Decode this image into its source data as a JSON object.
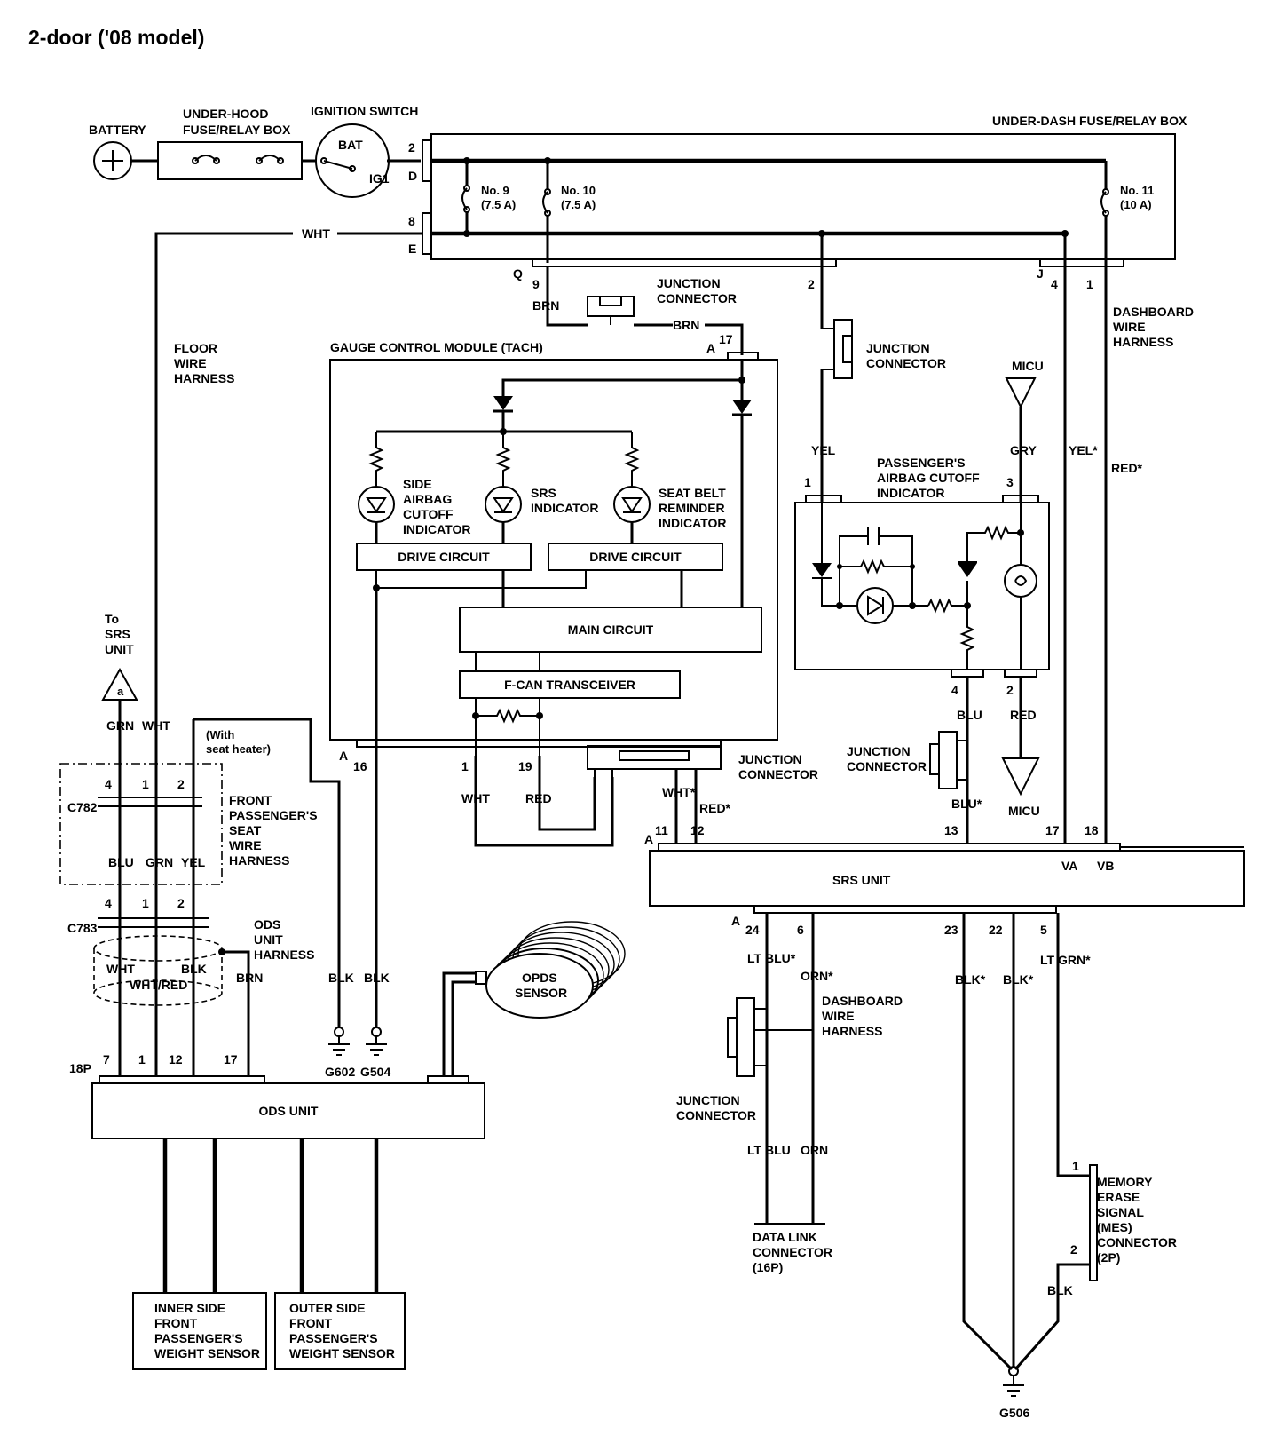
{
  "title": "2-door ('08 model)",
  "power": {
    "battery": "BATTERY",
    "underhood_box": [
      "UNDER-HOOD",
      "FUSE/RELAY BOX"
    ],
    "ignition_switch": "IGNITION SWITCH",
    "bat_terminal": "BAT",
    "ig1_terminal": "IG1",
    "underdash_box": "UNDER-DASH FUSE/RELAY BOX",
    "fuse9": [
      "No. 9",
      "(7.5 A)"
    ],
    "fuse10": [
      "No. 10",
      "(7.5 A)"
    ],
    "fuse11": [
      "No. 11",
      "(10 A)"
    ]
  },
  "pins": {
    "p2": "2",
    "pD": "D",
    "p8": "8",
    "pE": "E",
    "pQ": "Q",
    "p9": "9",
    "p2b": "2",
    "pJ": "J",
    "p4": "4",
    "p1": "1",
    "pA17": "A",
    "p17": "17",
    "p1c": "1",
    "p3": "3",
    "p4c": "4",
    "p2c": "2",
    "pA16": "A",
    "p16": "16",
    "p1g": "1",
    "p19": "19",
    "pA11": "A",
    "p11": "11",
    "p12": "12",
    "p13": "13",
    "p17s": "17",
    "p18": "18",
    "pVA": "VA",
    "pVB": "VB",
    "pA24": "A",
    "p24": "24",
    "p6": "6",
    "p23": "23",
    "p22": "22",
    "p5": "5",
    "c782_4": "4",
    "c782_1": "1",
    "c782_2": "2",
    "c783_4": "4",
    "c783_1": "1",
    "c783_2": "2",
    "ods7": "7",
    "ods1": "1",
    "ods12": "12",
    "ods17": "17",
    "ods18p": "18P",
    "mes1": "1",
    "mes2": "2"
  },
  "wires": {
    "wht_top": "WHT",
    "brn_left": "BRN",
    "brn_right": "BRN",
    "yel": "YEL",
    "gry": "GRY",
    "yel_star": "YEL*",
    "red_star": "RED*",
    "blu": "BLU",
    "red": "RED",
    "blu_star": "BLU*",
    "grn": "GRN",
    "wht": "WHT",
    "blu2": "BLU",
    "grn2": "GRN",
    "yel2": "YEL",
    "wht3": "WHT",
    "blk3": "BLK",
    "whtred": "WHT/RED",
    "brn3": "BRN",
    "blk_g602": "BLK",
    "blk_g504": "BLK",
    "wht_gcm": "WHT",
    "red_gcm": "RED",
    "wht_star": "WHT*",
    "red_star2": "RED*",
    "ltblu_star": "LT BLU*",
    "orn_star": "ORN*",
    "ltblu": "LT BLU",
    "orn": "ORN",
    "blk23": "BLK*",
    "blk22": "BLK*",
    "ltgrn_star": "LT GRN*",
    "blk_mes": "BLK"
  },
  "components": {
    "junction_conn": [
      "JUNCTION",
      "CONNECTOR"
    ],
    "dashboard_harness": [
      "DASHBOARD",
      "WIRE",
      "HARNESS"
    ],
    "floor_harness": [
      "FLOOR",
      "WIRE",
      "HARNESS"
    ],
    "gcm": "GAUGE CONTROL MODULE (TACH)",
    "side_airbag": [
      "SIDE",
      "AIRBAG",
      "CUTOFF",
      "INDICATOR"
    ],
    "srs_indicator": [
      "SRS",
      "INDICATOR"
    ],
    "seatbelt": [
      "SEAT BELT",
      "REMINDER",
      "INDICATOR"
    ],
    "drive1": "DRIVE CIRCUIT",
    "drive2": "DRIVE CIRCUIT",
    "main_circuit": "MAIN CIRCUIT",
    "fcan": "F-CAN TRANSCEIVER",
    "junction2": [
      "JUNCTION",
      "CONNECTOR"
    ],
    "micu_top": "MICU",
    "pass_indicator": [
      "PASSENGER'S",
      "AIRBAG CUTOFF",
      "INDICATOR"
    ],
    "junction3": [
      "JUNCTION",
      "CONNECTOR"
    ],
    "micu_bottom": "MICU",
    "junction4": [
      "JUNCTION",
      "CONNECTOR"
    ],
    "srs_unit": "SRS UNIT",
    "to_srs": [
      "To",
      "SRS",
      "UNIT"
    ],
    "arrow_a": "a",
    "seat_heater": [
      "(With",
      "seat heater)"
    ],
    "c782": "C782",
    "front_harness": [
      "FRONT",
      "PASSENGER'S",
      "SEAT",
      "WIRE",
      "HARNESS"
    ],
    "c783": "C783",
    "ods_harness": [
      "ODS",
      "UNIT",
      "HARNESS"
    ],
    "opds": [
      "OPDS",
      "SENSOR"
    ],
    "g602": "G602",
    "g504": "G504",
    "ods_unit": "ODS UNIT",
    "junction5": [
      "JUNCTION",
      "CONNECTOR"
    ],
    "dashboard2": [
      "DASHBOARD",
      "WIRE",
      "HARNESS"
    ],
    "dlc": [
      "DATA LINK",
      "CONNECTOR",
      "(16P)"
    ],
    "mes": [
      "MEMORY",
      "ERASE",
      "SIGNAL",
      "(MES)",
      "CONNECTOR",
      "(2P)"
    ],
    "inner_sensor": [
      "INNER SIDE",
      "FRONT",
      "PASSENGER'S",
      "WEIGHT SENSOR"
    ],
    "outer_sensor": [
      "OUTER SIDE",
      "FRONT",
      "PASSENGER'S",
      "WEIGHT SENSOR"
    ],
    "g506": "G506"
  }
}
